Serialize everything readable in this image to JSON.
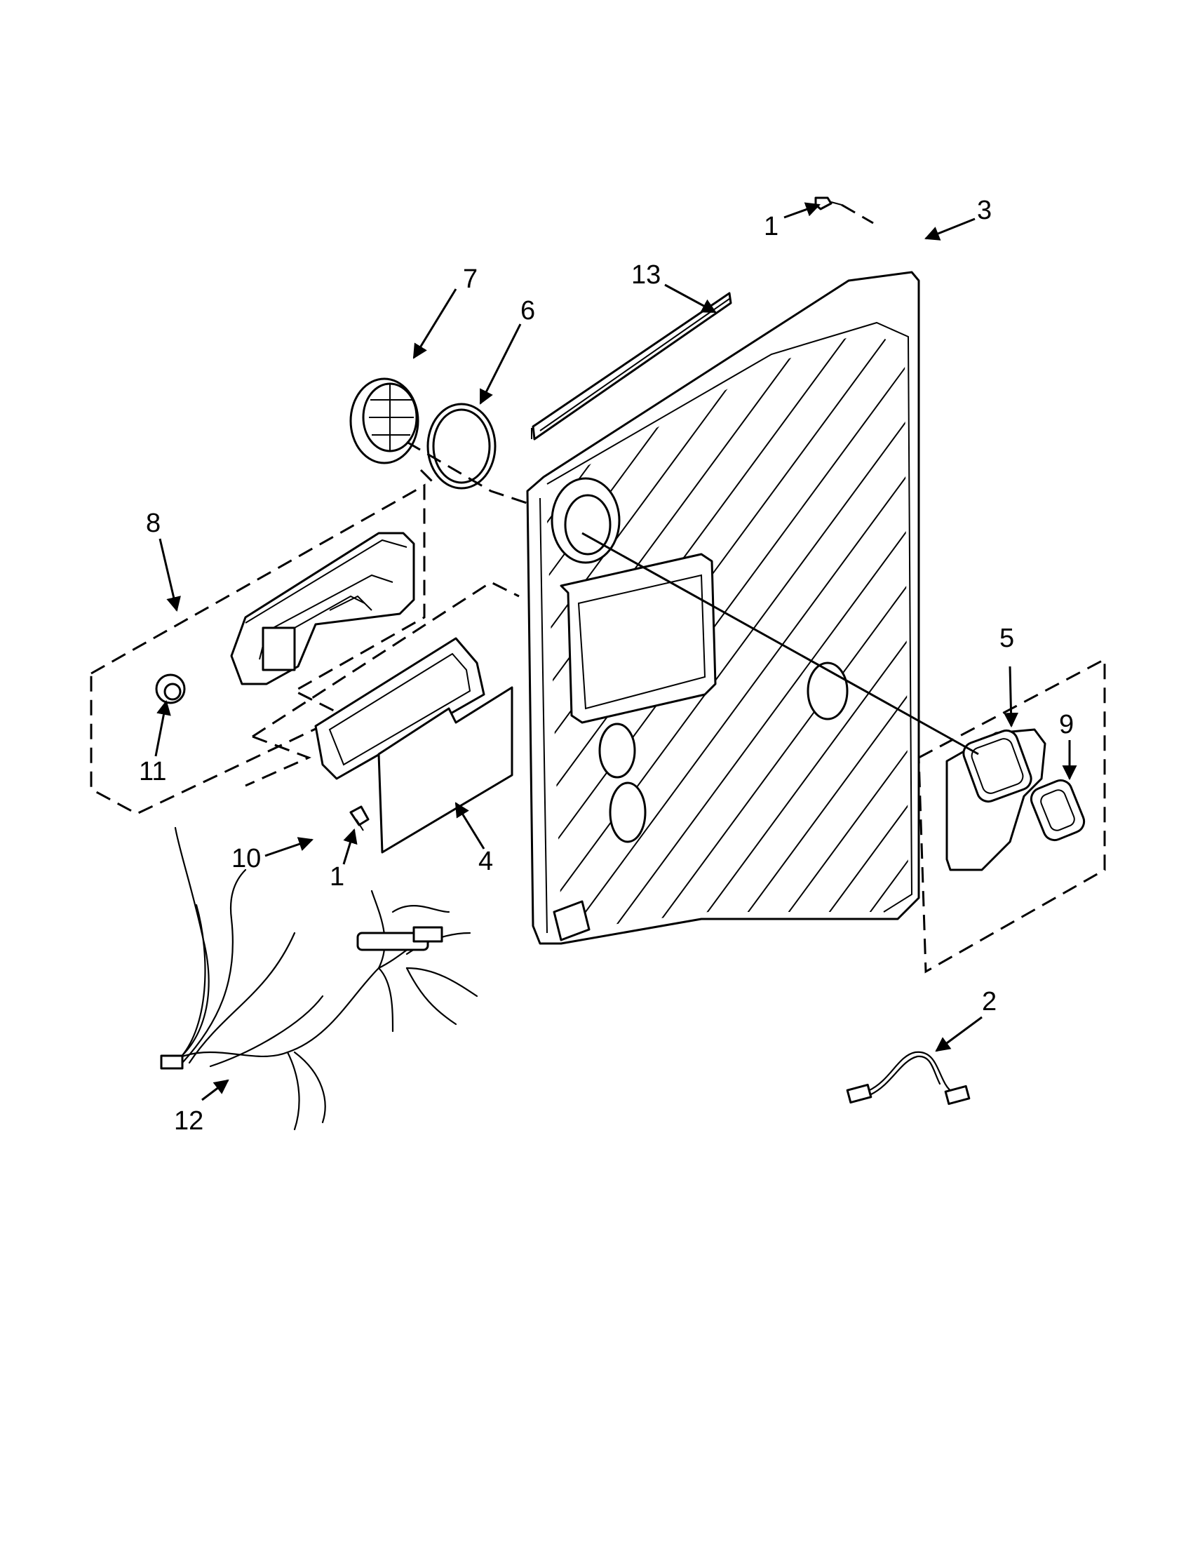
{
  "callouts": {
    "c1_top": "1",
    "c3": "3",
    "c13": "13",
    "c7": "7",
    "c6": "6",
    "c8": "8",
    "c11": "11",
    "c10": "10",
    "c1_mid": "1",
    "c4": "4",
    "c5": "5",
    "c9": "9",
    "c2": "2",
    "c12": "12"
  },
  "parts": [
    {
      "ref": "1",
      "icon": "screw-icon"
    },
    {
      "ref": "2",
      "icon": "wire-jumper-icon"
    },
    {
      "ref": "3",
      "icon": "inner-door-panel-icon"
    },
    {
      "ref": "4",
      "icon": "insulation-sheet-icon"
    },
    {
      "ref": "5",
      "icon": "vent-assembly-icon"
    },
    {
      "ref": "6",
      "icon": "gasket-ring-icon"
    },
    {
      "ref": "7",
      "icon": "vent-cover-icon"
    },
    {
      "ref": "8",
      "icon": "dispenser-assembly-icon"
    },
    {
      "ref": "9",
      "icon": "vent-gasket-icon"
    },
    {
      "ref": "10",
      "icon": "dispenser-gasket-icon"
    },
    {
      "ref": "11",
      "icon": "rinse-aid-cap-icon"
    },
    {
      "ref": "12",
      "icon": "wire-harness-icon"
    },
    {
      "ref": "13",
      "icon": "door-gasket-strip-icon"
    }
  ]
}
